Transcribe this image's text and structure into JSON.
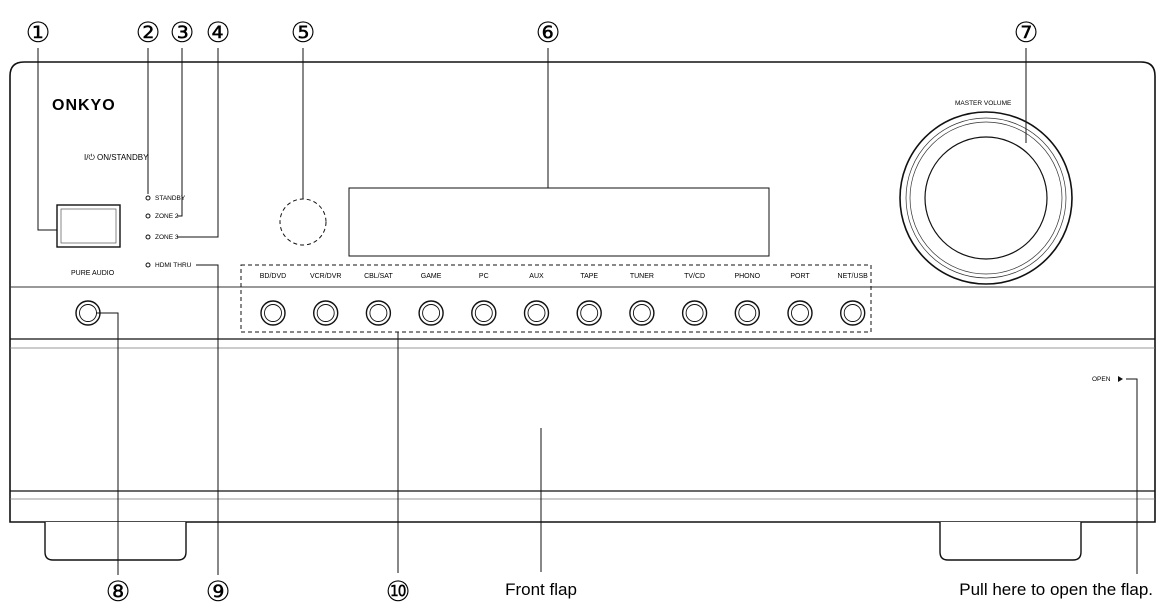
{
  "brand": "ONKYO",
  "labels": {
    "power": "I/⏻ ON/STANDBY",
    "standby": "STANDBY",
    "zone2": "ZONE 2",
    "zone3": "ZONE 3",
    "hdmi_thru": "HDMI THRU",
    "pure_audio": "PURE AUDIO",
    "master_volume": "MASTER VOLUME",
    "open": "OPEN"
  },
  "input_selectors": [
    "BD/DVD",
    "VCR/DVR",
    "CBL/SAT",
    "GAME",
    "PC",
    "AUX",
    "TAPE",
    "TUNER",
    "TV/CD",
    "PHONO",
    "PORT",
    "NET/USB"
  ],
  "callouts": [
    "①",
    "②",
    "③",
    "④",
    "⑤",
    "⑥",
    "⑦",
    "⑧",
    "⑨",
    "⑩"
  ],
  "captions": {
    "front_flap": "Front flap",
    "pull_here": "Pull here to open the flap."
  }
}
